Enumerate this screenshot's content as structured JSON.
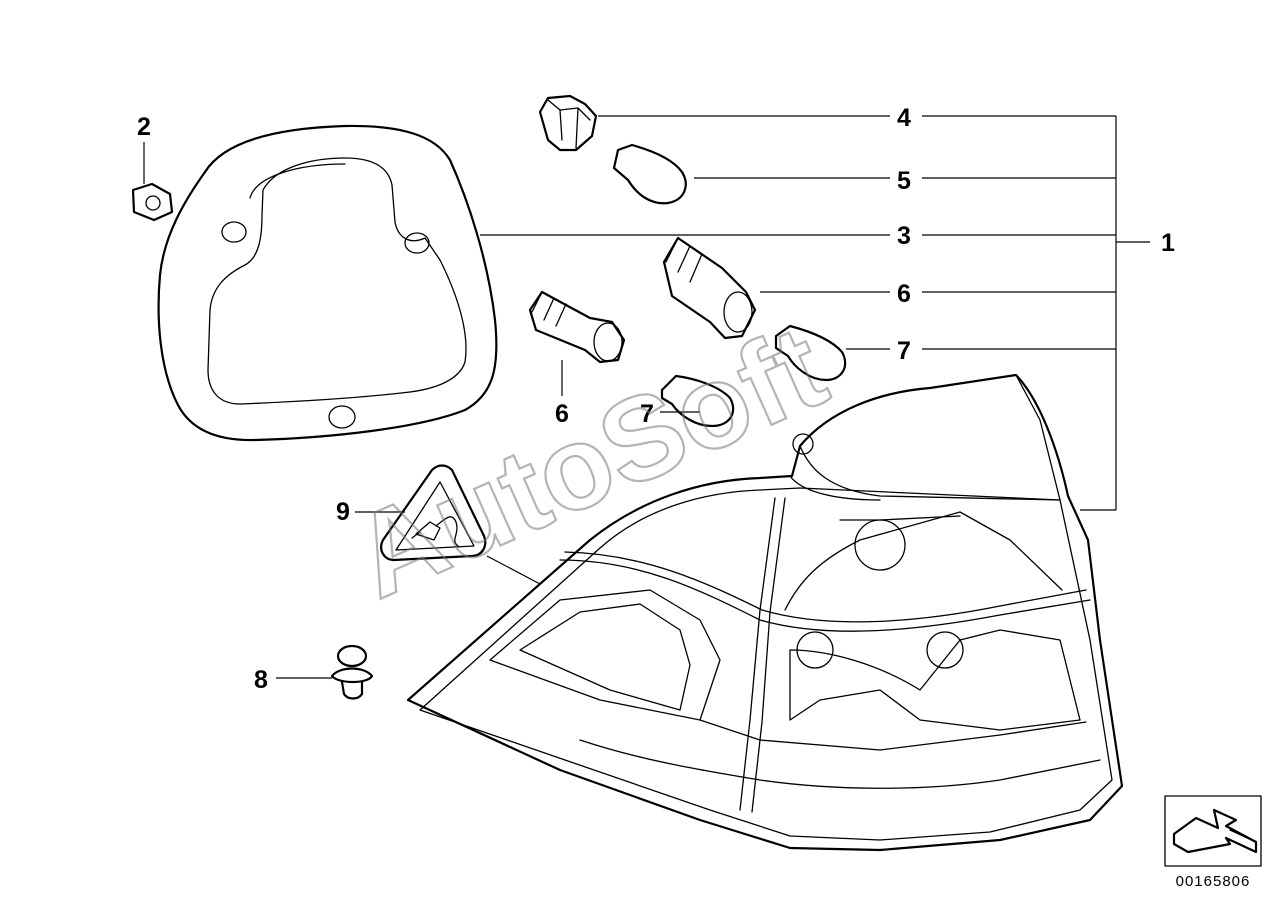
{
  "diagram": {
    "part_numbers": {
      "p1": "1",
      "p2": "2",
      "p3": "3",
      "p4": "4",
      "p5": "5",
      "p6_right": "6",
      "p6_left": "6",
      "p7_right": "7",
      "p7_left": "7",
      "p8": "8",
      "p9": "9"
    },
    "diagram_code": "00165806",
    "watermark": "AutoSoft"
  },
  "colors": {
    "line": "#000000",
    "background": "#ffffff",
    "watermark": "#777777"
  },
  "icons": [
    "orientation-arrow-icon",
    "electrical-warning-icon"
  ]
}
